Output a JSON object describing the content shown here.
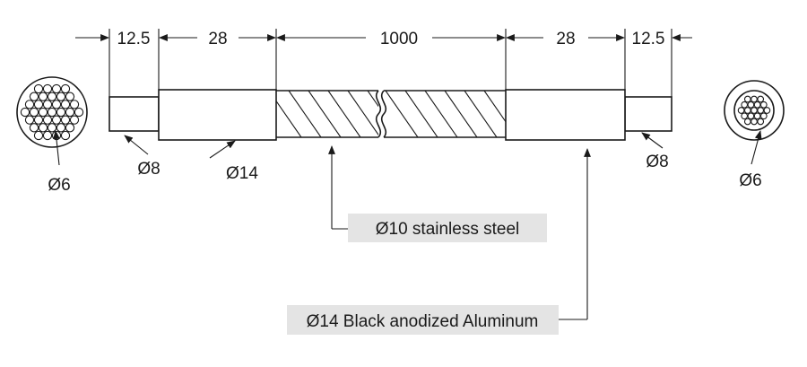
{
  "dimensions": {
    "left_end": "12.5",
    "left_sleeve": "28",
    "center_span": "1000",
    "right_sleeve": "28",
    "right_end": "12.5"
  },
  "diameters": {
    "left_bundle": "Ø6",
    "left_end_pin": "Ø8",
    "left_sleeve": "Ø14",
    "right_end_pin": "Ø8",
    "right_bundle": "Ø6"
  },
  "callouts": {
    "core": "Ø10 stainless steel",
    "sleeve": "Ø14 Black anodized Aluminum"
  },
  "colors": {
    "ink": "#1a1a1a",
    "callout_background": "#e4e4e4"
  }
}
